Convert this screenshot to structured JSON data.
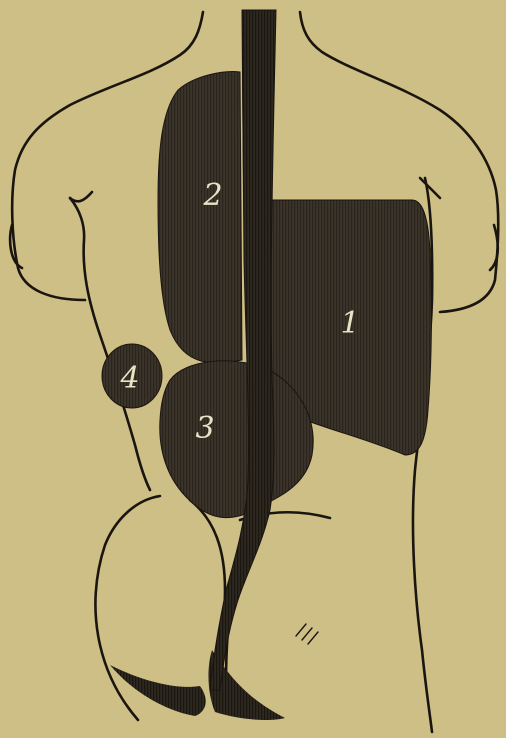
{
  "figure": {
    "colors": {
      "paper": "#cdbf85",
      "ink": "#1b1510",
      "shading": "#3a342b",
      "label": "#e9e2c6"
    },
    "regions": [
      {
        "id": "1",
        "label": "1"
      },
      {
        "id": "2",
        "label": "2"
      },
      {
        "id": "3",
        "label": "3"
      },
      {
        "id": "4",
        "label": "4"
      }
    ]
  }
}
